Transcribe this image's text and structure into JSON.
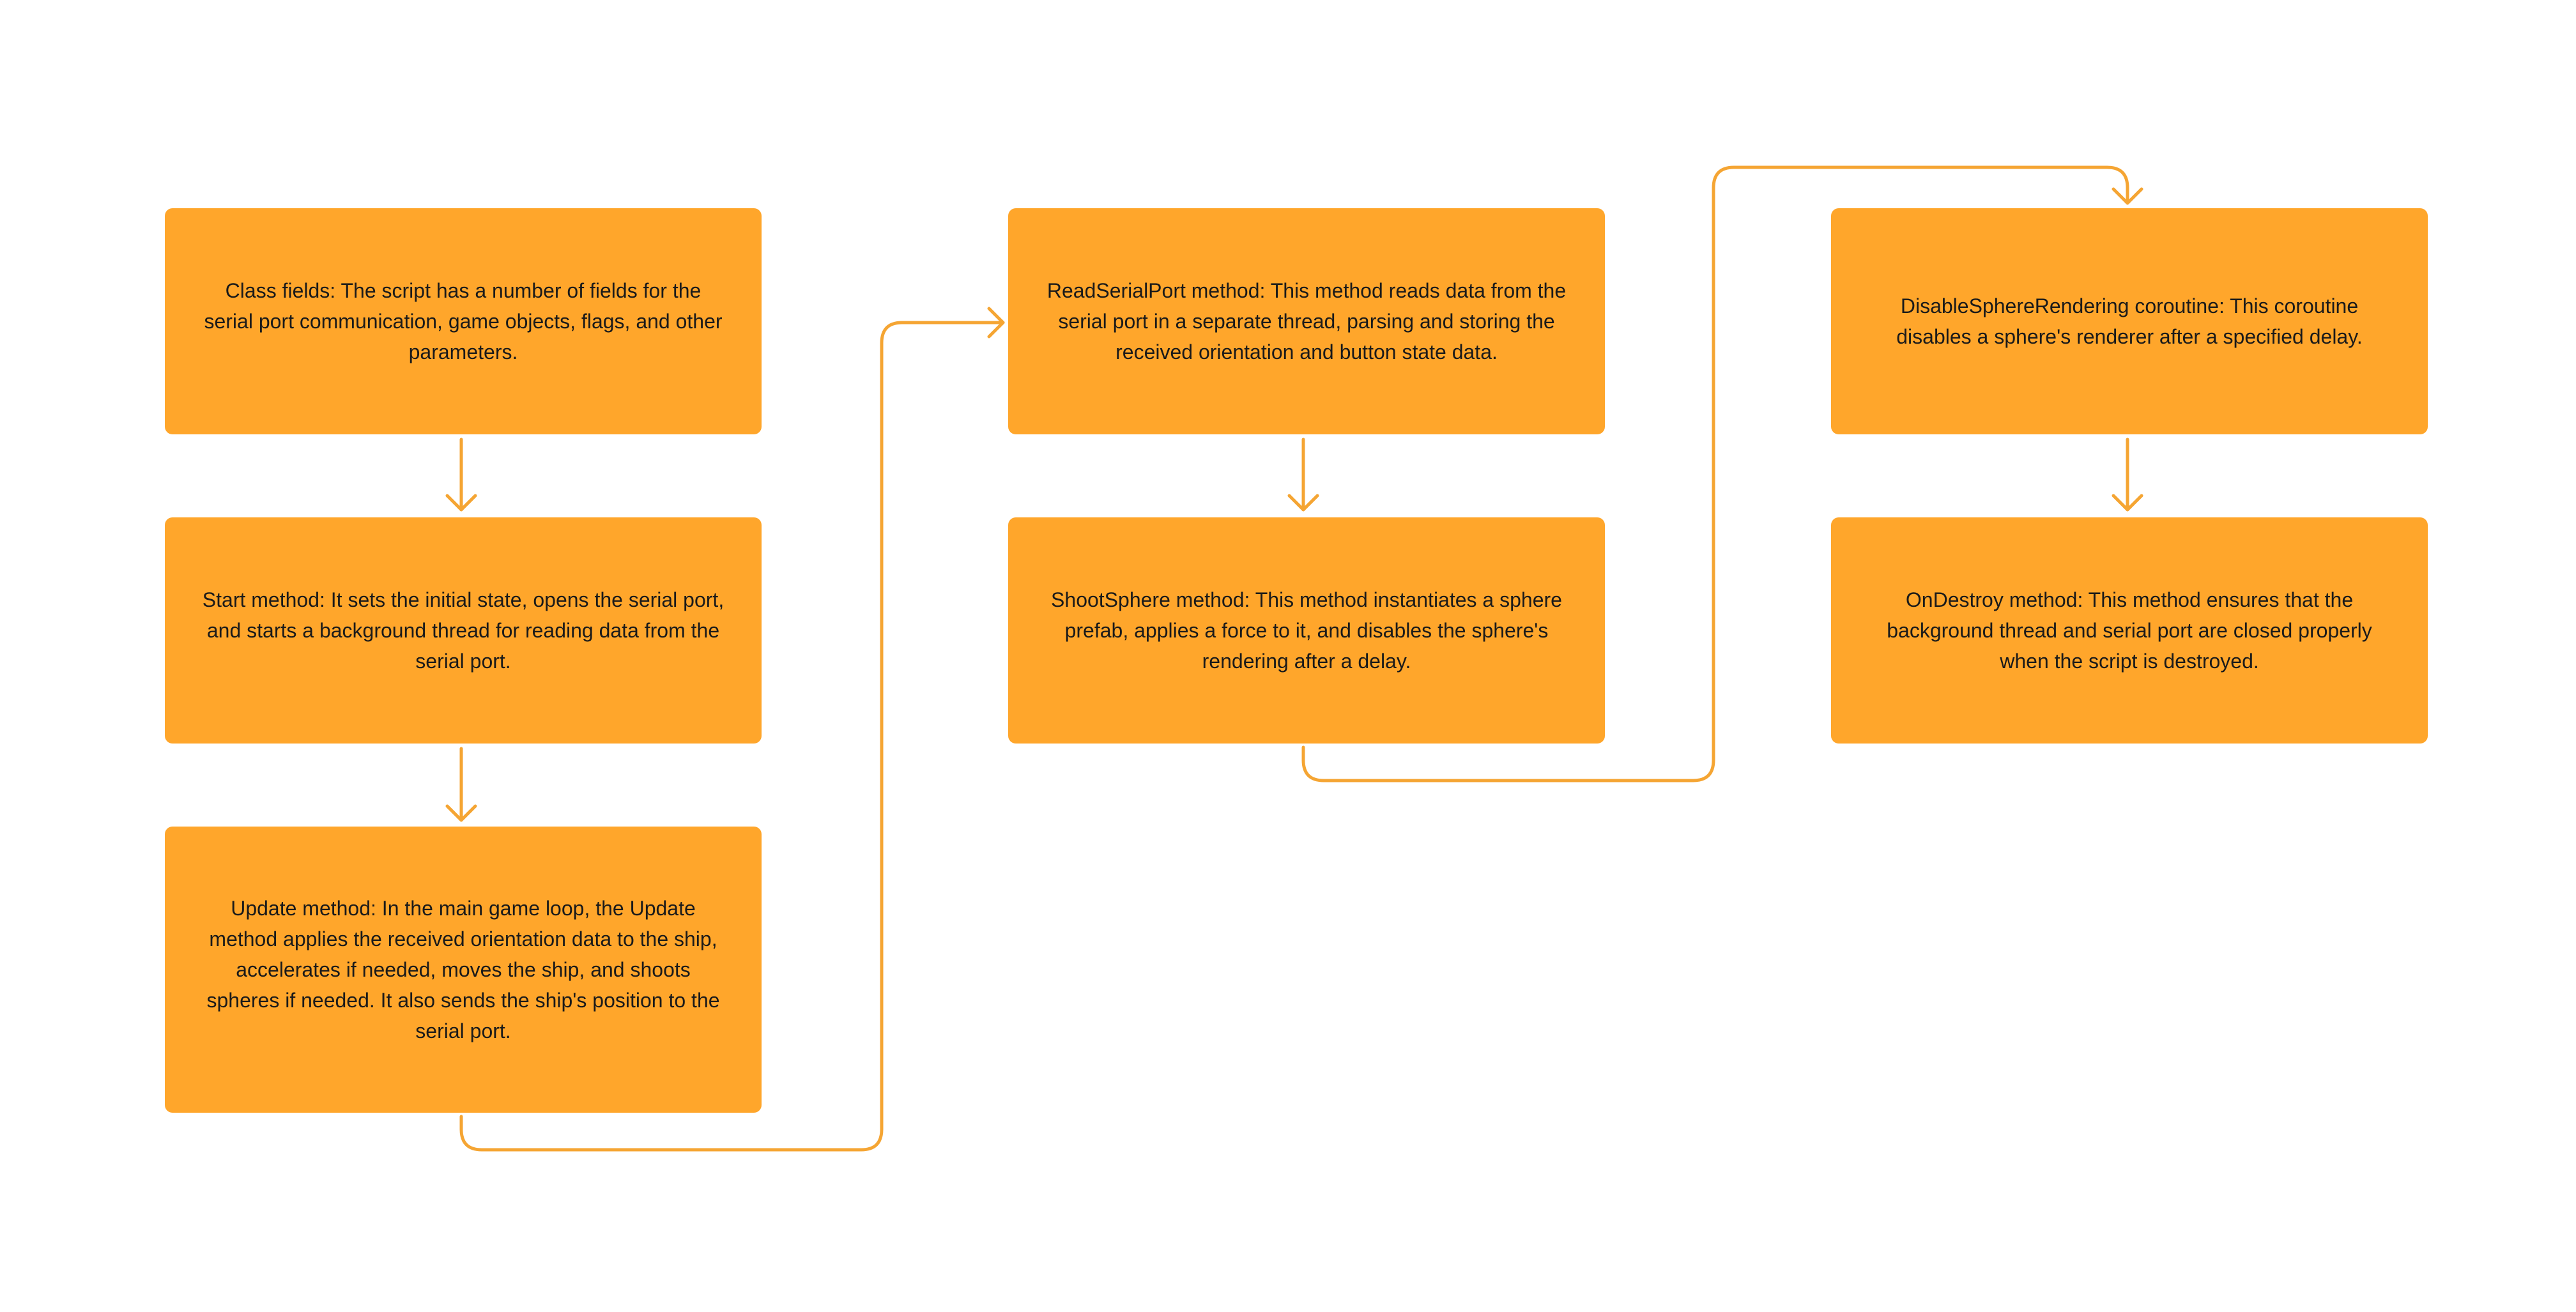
{
  "colors": {
    "background": "#ffffff",
    "node_fill": "#FFA62B",
    "connector": "#F5A533",
    "text": "#1a1a1a"
  },
  "nodes": [
    {
      "text": "Class fields: The script has a number of fields for the serial port communication, game objects, flags, and other parameters."
    },
    {
      "text": "Start method: It sets the initial state, opens the serial port, and starts a background thread for reading data from the serial port."
    },
    {
      "text": "Update method: In the main game loop, the Update method applies the received orientation data to the ship, accelerates if needed, moves the ship, and shoots spheres if needed. It also sends the ship's position to the serial port."
    },
    {
      "text": "ReadSerialPort method: This method reads data from the serial port in a separate thread, parsing and storing the received orientation and button state data."
    },
    {
      "text": "ShootSphere method: This method instantiates a sphere prefab, applies a force to it, and disables the sphere's rendering after a delay."
    },
    {
      "text": "DisableSphereRendering coroutine: This coroutine disables a sphere's renderer after a specified delay."
    },
    {
      "text": "OnDestroy method: This method ensures that the background thread and serial port are closed properly when the script is destroyed."
    }
  ]
}
